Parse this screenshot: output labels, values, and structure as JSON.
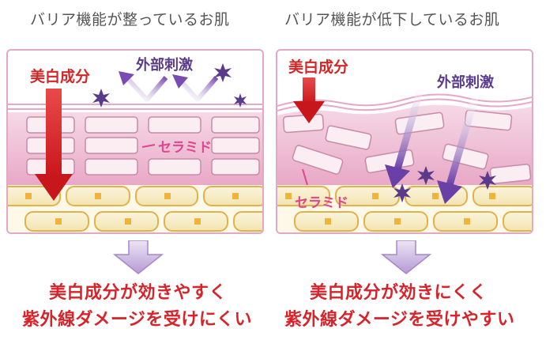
{
  "left": {
    "title": "バリア機能が整っているお肌",
    "labels": {
      "whitening": "美白成分",
      "external": "外部刺激",
      "ceramide": "セラミド"
    },
    "result": {
      "line1": "美白成分が効きやすく",
      "line2": "紫外線ダメージを受けにくい"
    }
  },
  "right": {
    "title": "バリア機能が低下しているお肌",
    "labels": {
      "whitening": "美白成分",
      "external": "外部刺激",
      "ceramide": "セラミド"
    },
    "result": {
      "line1": "美白成分が効きにくく",
      "line2": "紫外線ダメージを受けやすい"
    }
  },
  "colors": {
    "accent_red": "#d8232a",
    "purple": "#5a3a8a",
    "pink_border": "#e2a9c4",
    "ceramide_pink": "#e0448c",
    "cell_yellow": "#f7eed0",
    "nucleus": "#f0b43c"
  },
  "icons": {
    "spark": "spark-icon",
    "arrow": "down-arrow-icon"
  }
}
